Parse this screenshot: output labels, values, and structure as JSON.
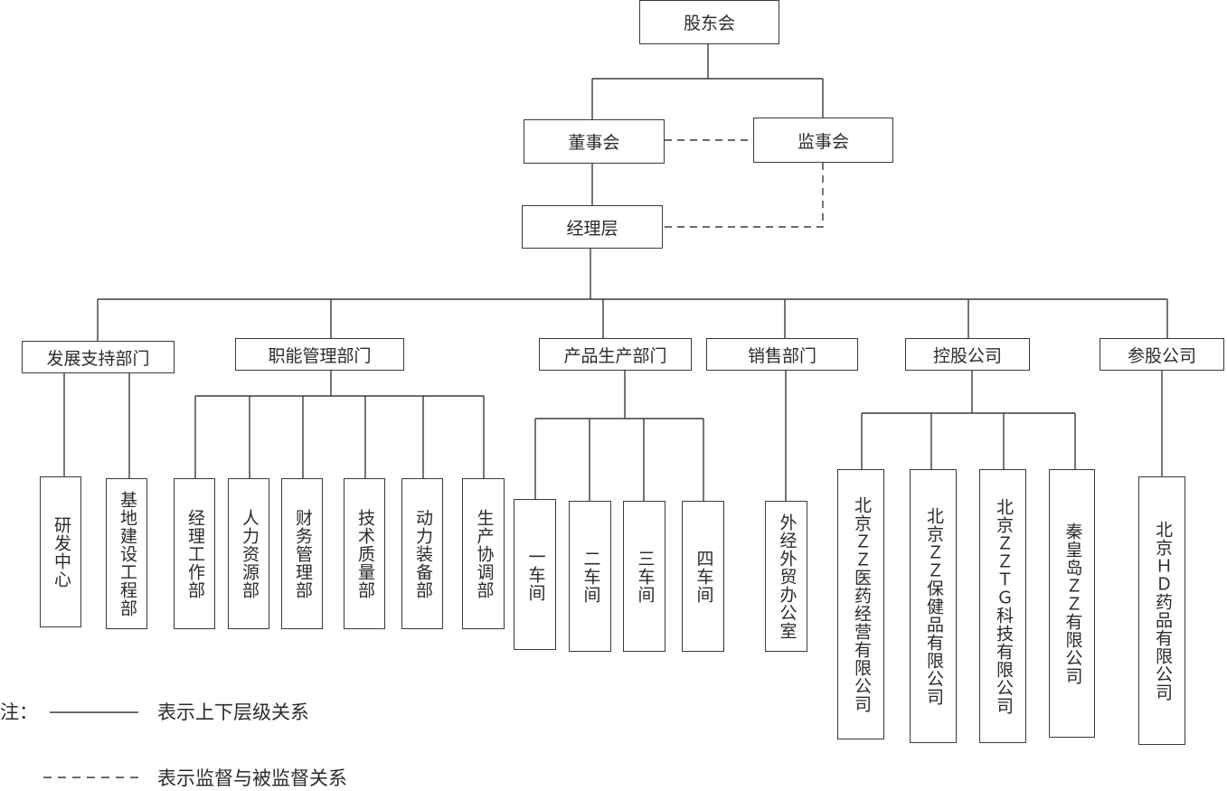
{
  "top": {
    "shareholders": "股东会",
    "board": "董事会",
    "supervisors": "监事会",
    "management": "经理层"
  },
  "departments": [
    {
      "label": "发展支持部门",
      "children": [
        "研发中心",
        "基地建设工程部"
      ]
    },
    {
      "label": "职能管理部门",
      "children": [
        "经理工作部",
        "人力资源部",
        "财务管理部",
        "技术质量部",
        "动力装备部",
        "生产协调部"
      ]
    },
    {
      "label": "产品生产部门",
      "children": [
        "一车间",
        "二车间",
        "三车间",
        "四车间"
      ]
    },
    {
      "label": "销售部门",
      "children": [
        "外经外贸办公室"
      ]
    },
    {
      "label": "控股公司",
      "children": [
        "北京ＺＺ医药经营有限公司",
        "北京ＺＺ保健品有限公司",
        "北京ＺＺＴＧ科技有限公司",
        "秦皇岛ＺＺ有限公司"
      ]
    },
    {
      "label": "参股公司",
      "children": [
        "北京ＨＤ药品有限公司"
      ]
    }
  ],
  "legend": {
    "prefix": "注：",
    "solid_text": "表示上下层级关系",
    "dashed_text": "表示监督与被监督关系"
  },
  "colors": {
    "line": "#3a3a3a",
    "text": "#2b2b2b"
  }
}
